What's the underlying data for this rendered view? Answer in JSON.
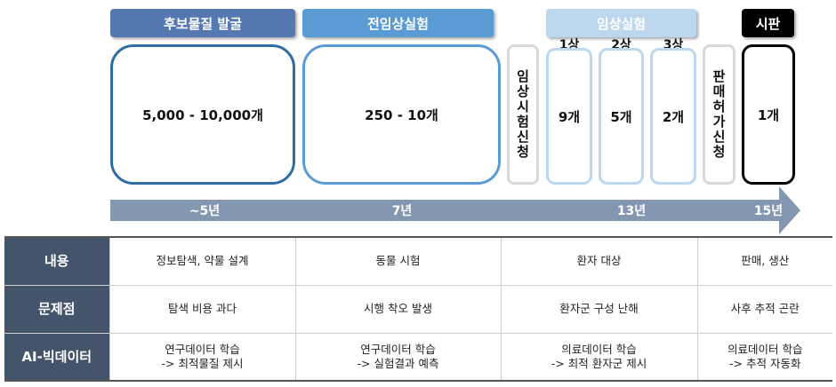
{
  "stages": {
    "discovery": {
      "label": "후보물질 발굴",
      "count": "5,000 - 10,000개",
      "color": "#5578b0",
      "border": "#2e6da4"
    },
    "preclinical": {
      "label": "전임상실험",
      "count": "250 - 10개",
      "color": "#5b9bd5",
      "border": "#5b9bd5"
    },
    "clinical_application": {
      "label": "임상시험신청"
    },
    "clinical": {
      "label": "임상실험",
      "color": "#bdd7ee",
      "phases": [
        {
          "label": "1상",
          "count": "9개"
        },
        {
          "label": "2상",
          "count": "5개"
        },
        {
          "label": "3상",
          "count": "2개"
        }
      ]
    },
    "approval_application": {
      "label": "판매허가신청"
    },
    "market": {
      "label": "시판",
      "count": "1개",
      "color": "#000000"
    }
  },
  "timeline": {
    "color": "#8497b0",
    "markers": [
      "~5년",
      "7년",
      "13년",
      "15년"
    ]
  },
  "table": {
    "row_headers": [
      "내용",
      "문제점",
      "AI-빅데이터"
    ],
    "rows": [
      [
        "정보탐색, 약물 설계",
        "동물 시험",
        "환자 대상",
        "판매, 생산"
      ],
      [
        "탐색 비용 과다",
        "시행 착오 발생",
        "환자군 구성 난해",
        "사후 추적 곤란"
      ],
      [
        [
          "연구데이터 학습",
          "-> 최적물질 제시"
        ],
        [
          "연구데이터 학습",
          "-> 실험결과 예측"
        ],
        [
          "의료데이터 학습",
          "-> 최적 환자군 제시"
        ],
        [
          "의료데이터 학습",
          "-> 추적 자동화"
        ]
      ]
    ]
  }
}
